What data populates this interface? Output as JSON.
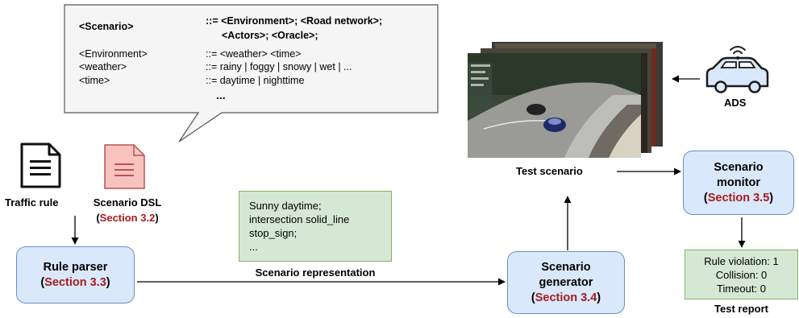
{
  "dsl_grammar": {
    "rows": [
      {
        "lhs": "<Scenario>",
        "rhs_line1": "::= <Environment>; <Road network>;",
        "rhs_line2": "<Actors>; <Oracle>;"
      },
      {
        "lhs": "<Environment>",
        "rhs": "::= <weather> <time>"
      },
      {
        "lhs": "<weather>",
        "rhs": "::= rainy | foggy | snowy | wet | ..."
      },
      {
        "lhs": "<time>",
        "rhs": "::= daytime | nighttime"
      }
    ],
    "ellipsis": "..."
  },
  "inputs": {
    "traffic_rule": "Traffic rule",
    "scenario_dsl": "Scenario DSL",
    "scenario_dsl_section": "Section 3.2"
  },
  "rule_parser": {
    "title": "Rule parser",
    "section": "Section 3.3"
  },
  "scenario_representation": {
    "lines": [
      "Sunny daytime;",
      "intersection solid_line",
      "stop_sign;",
      "..."
    ],
    "caption": "Scenario representation"
  },
  "scenario_generator": {
    "title_line1": "Scenario",
    "title_line2": "generator",
    "section": "Section 3.4"
  },
  "test_scenario_label": "Test scenario",
  "ads_label": "ADS",
  "scenario_monitor": {
    "title_line1": "Scenario",
    "title_line2": "monitor",
    "section": "Section 3.5"
  },
  "test_report": {
    "lines": [
      "Rule violation: 1",
      "Collision: 0",
      "Timeout: 0"
    ],
    "caption": "Test report"
  },
  "colors": {
    "section_red": "#a51d1d",
    "blue_fill": "#dae8fc",
    "blue_stroke": "#6c8ebf",
    "green_fill": "#d5e8d4",
    "green_stroke": "#82b366",
    "dsl_doc_fill": "#f8c2bf",
    "callout_fill": "#f5f5f5"
  },
  "icons": [
    "document-icon",
    "scenario-dsl-document-icon",
    "car-icon",
    "wireless-signal-icon",
    "simulation-screenshot"
  ]
}
